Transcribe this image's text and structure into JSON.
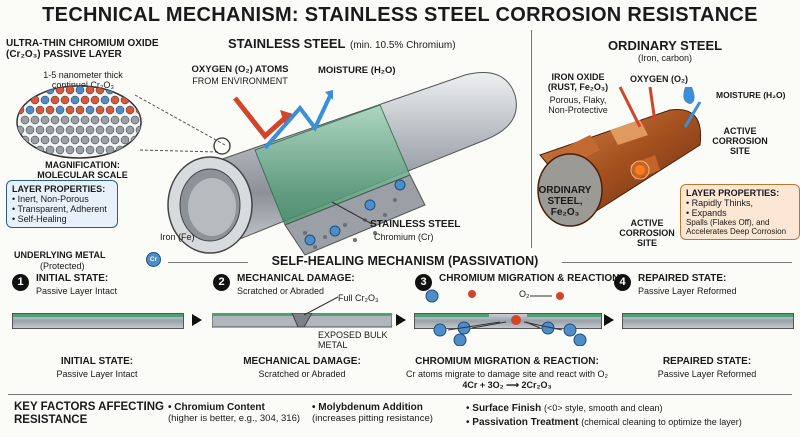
{
  "title": "TECHNICAL MECHANISM: STAINLESS STEEL CORROSION RESISTANCE",
  "stainless": {
    "heading": "STAINLESS STEEL",
    "heading_note": "(min. 10.5% Chromium)",
    "oxide_title": "ULTRA-THIN CHROMIUM OXIDE (Cr₂O₃) PASSIVE LAYER",
    "oxide_note": "1-5 nanometer thick continuel Cr₂O₃",
    "magnification": "MAGNIFICATION: MOLECULAR SCALE",
    "oxygen_label": "OXYGEN (O₂) ATOMS",
    "oxygen_sub": "FROM ENVIRONMENT",
    "moisture_label": "MOISTURE (H₂O)",
    "layer_props_title": "LAYER PROPERTIES:",
    "layer_props": [
      "Inert, Non-Porous",
      "Transparent, Adherent",
      "Self-Healing"
    ],
    "iron_label": "Iron (Fe)",
    "steel_label": "STAINLESS STEEL",
    "chromium_label": "Chromium (Cr)",
    "underlying_label": "UNDERLYING METAL",
    "underlying_sub": "(Protected)",
    "cr": "Cr"
  },
  "ordinary": {
    "heading": "ORDINARY STEEL",
    "heading_sub": "(Iron, carbon)",
    "iron_oxide": "IRON OXIDE (RUST, Fe₂O₃)",
    "iron_oxide_sub": "Porous, Flaky, Non-Protective",
    "oxygen_label": "OXYGEN (O₂)",
    "moisture_label": "MOISTURE (H₂O)",
    "active_site_1": "ACTIVE CORROSION SITE",
    "steel_label": "ORDINARY STEEL, Fe₂O₃",
    "active_site_2": "ACTIVE CORROSION SITE",
    "layer_props_title": "LAYER PROPERTIES:",
    "layer_props": [
      "Rapidly Thinks,",
      "Expands"
    ],
    "layer_props_extra": "Spalls (Flakes Off), and Accelerates Deep Corrosion"
  },
  "healing": {
    "heading": "SELF-HEALING MECHANISM (PASSIVATION)",
    "steps": [
      {
        "num": "1",
        "title": "INITIAL STATE:",
        "sub": "Passive Layer Intact",
        "bottom_title": "INITIAL STATE:",
        "bottom_sub": "Passive Layer Intact"
      },
      {
        "num": "2",
        "title": "MECHANICAL DAMAGE:",
        "sub": "Scratched or Abraded",
        "bottom_title": "MECHANICAL DAMAGE:",
        "bottom_sub": "Scratched or Abraded"
      },
      {
        "num": "3",
        "title": "CHROMIUM MIGRATION & REACTION:",
        "sub": "",
        "bottom_title": "CHROMIUM MIGRATION & REACTION:",
        "bottom_sub": "Cr atoms migrate to damage site and react with O₂"
      },
      {
        "num": "4",
        "title": "REPAIRED STATE:",
        "sub": "Passive Layer Reformed",
        "bottom_title": "REPAIRED STATE:",
        "bottom_sub": "Passive Layer Reformed"
      }
    ],
    "full_cr": "Full Cr₂O₃",
    "exposed": "EXPOSED BULK METAL",
    "o2": "O₂",
    "equation": "4Cr + 3O₂ ⟶ 2Cr₂O₃"
  },
  "factors": {
    "heading": "KEY FACTORS AFFECTING RESISTANCE",
    "items": [
      {
        "name": "Chromium Content",
        "desc": "(higher is better, e.g., 304, 316)"
      },
      {
        "name": "Molybdenum Addition",
        "desc": "(increases pitting resistance)"
      },
      {
        "name": "Surface Finish",
        "desc": "(<0> style, smooth and clean)"
      },
      {
        "name": "Passivation Treatment",
        "desc": "(chemical cleaning to optimize the layer)"
      }
    ]
  }
}
